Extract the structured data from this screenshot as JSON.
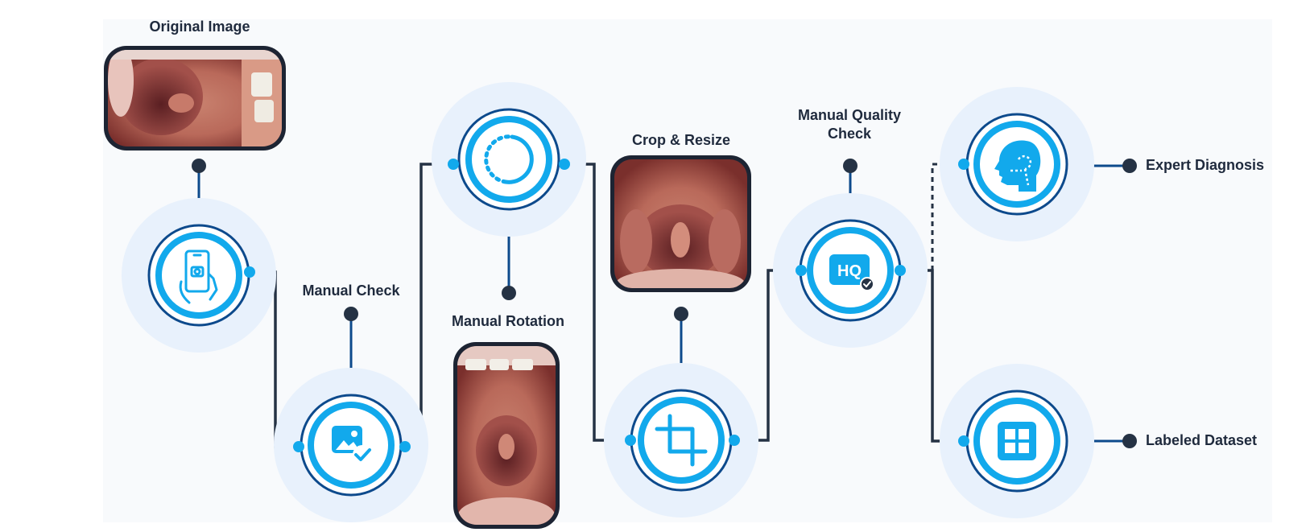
{
  "labels": {
    "original_image": "Original Image",
    "manual_check": "Manual Check",
    "manual_rotation": "Manual Rotation",
    "crop_resize": "Crop & Resize",
    "manual_quality_check_line1": "Manual Quality",
    "manual_quality_check_line2": "Check",
    "expert_diagnosis": "Expert Diagnosis",
    "labeled_dataset": "Labeled Dataset"
  },
  "icons": {
    "capture": "smartphone-camera-icon",
    "manual_check": "image-check-icon",
    "rotation": "rotate-circle-icon",
    "crop": "crop-icon",
    "quality": "hq-badge-icon",
    "diagnosis": "head-profile-icon",
    "dataset": "grid-icon"
  },
  "photos": {
    "original": "mouth-photo-original",
    "rotated": "mouth-photo-rotated",
    "cropped": "mouth-photo-cropped"
  },
  "colors": {
    "accent": "#12a9ec",
    "accent_dark": "#0d4a8c",
    "connector": "#253244",
    "halo": "#e8f1fc",
    "label": "#1f2a3d",
    "photo_frame": "#1d2433"
  }
}
